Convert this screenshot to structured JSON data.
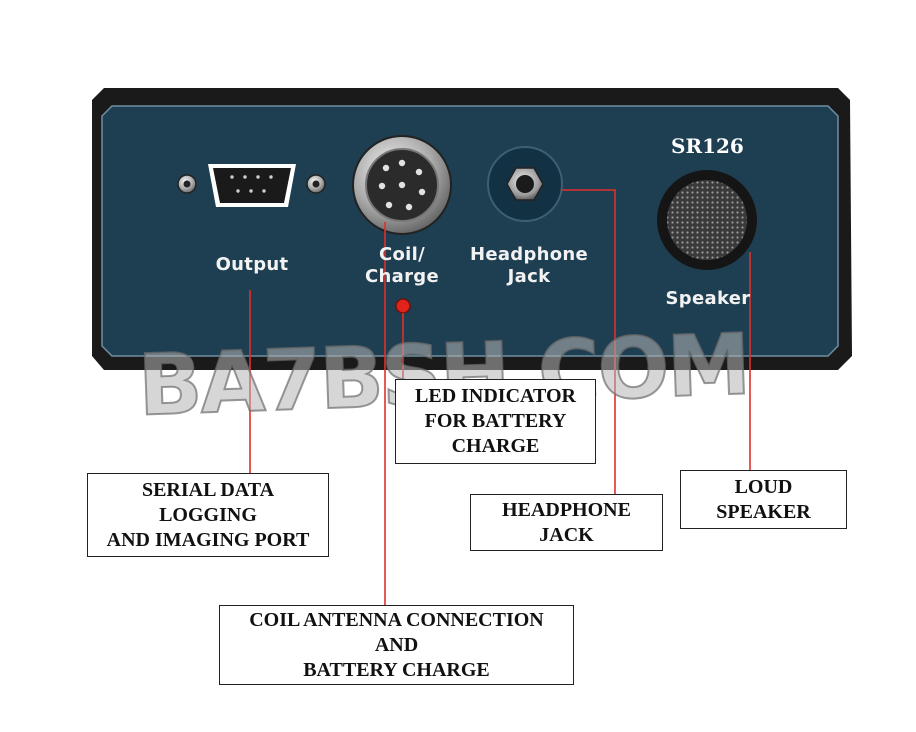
{
  "device": {
    "model": "SR126",
    "labels": {
      "output": "Output",
      "coil_line1": "Coil/",
      "coil_line2": "Charge",
      "headphone_line1": "Headphone",
      "headphone_line2": "Jack",
      "speaker": "Speaker"
    }
  },
  "watermark": "BA7BSH.COM",
  "callouts": {
    "serial": [
      "SERIAL DATA",
      "LOGGING",
      "AND IMAGING PORT"
    ],
    "coil": [
      "COIL ANTENNA CONNECTION",
      "AND",
      "BATTERY CHARGE"
    ],
    "led": [
      "LED INDICATOR",
      "FOR BATTERY",
      "CHARGE"
    ],
    "headphone": [
      "HEADPHONE",
      "JACK"
    ],
    "speaker": [
      "LOUD",
      "SPEAKER"
    ]
  },
  "colors": {
    "panel": "#1e3e52",
    "frame": "#1a1a1a",
    "leader": "#e0302c",
    "led": "#e2231a"
  }
}
